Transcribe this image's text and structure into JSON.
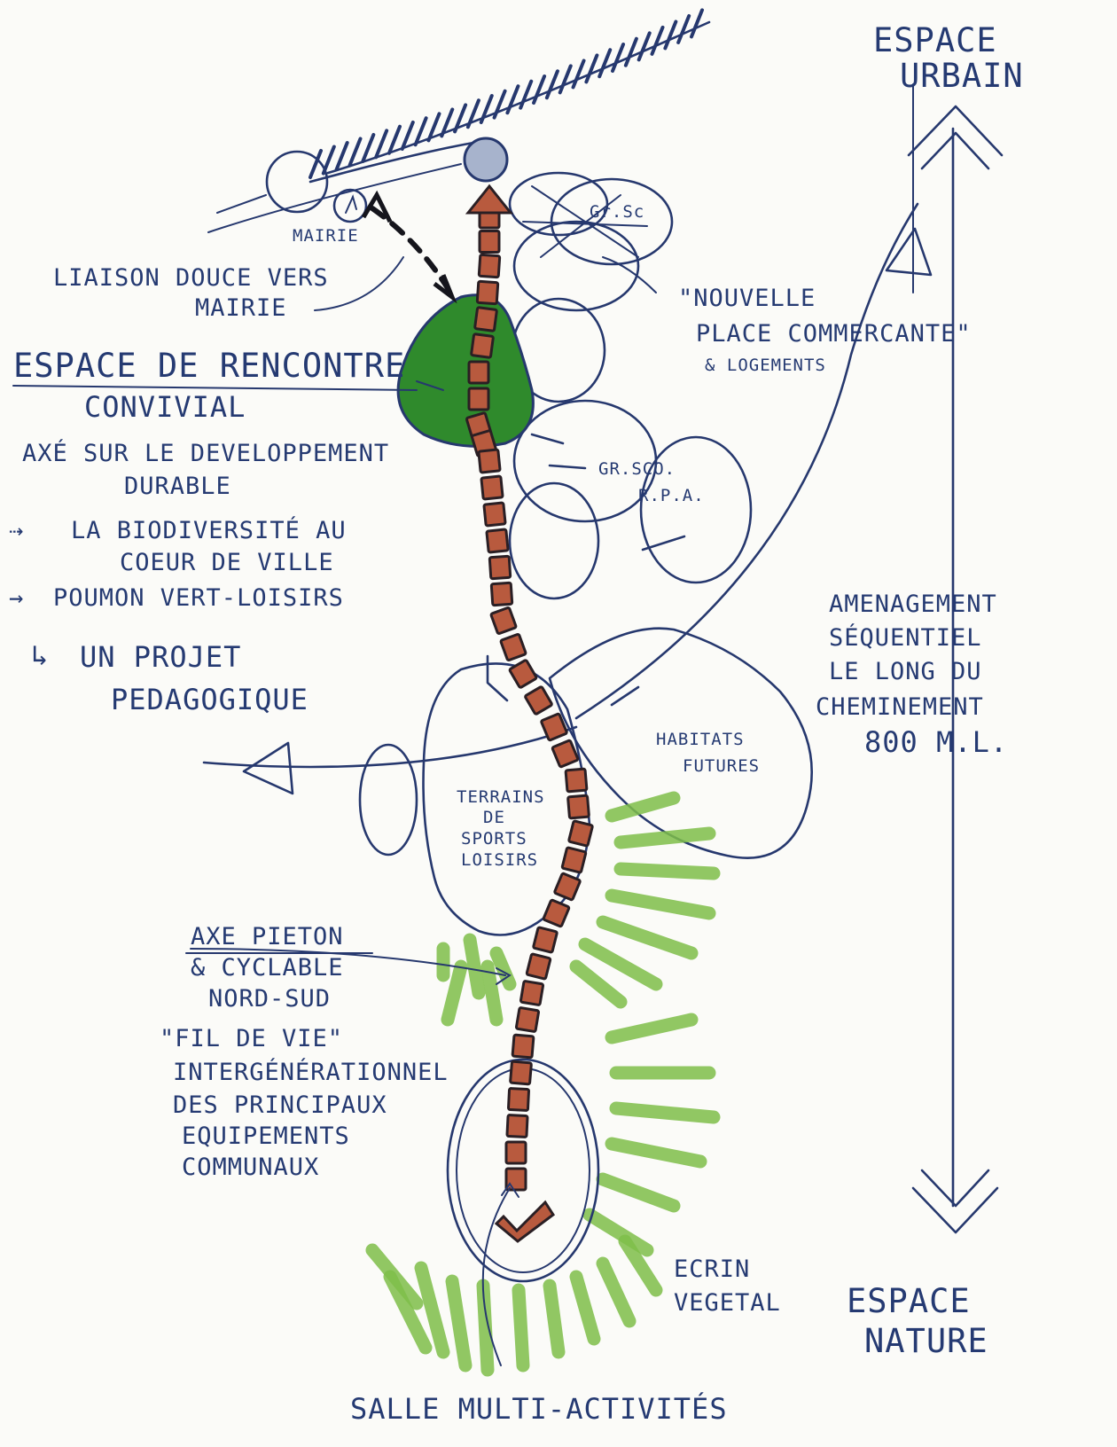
{
  "labels": {
    "espace_urbain_1": "ESPACE",
    "espace_urbain_2": "URBAIN",
    "espace_nature_1": "ESPACE",
    "espace_nature_2": "NATURE",
    "mairie": "MAIRIE",
    "gr_sc": "Gr.Sc",
    "liaison_1": "LIAISON DOUCE VERS",
    "liaison_2": "MAIRIE",
    "nouvelle_1": "\"NOUVELLE",
    "nouvelle_2": "PLACE COMMERCANTE\"",
    "nouvelle_3": "& LOGEMENTS",
    "rencontre_1": "ESPACE DE RENCONTRE",
    "rencontre_2": "CONVIVIAL",
    "axe_dev_1": "AXÉ SUR LE DEVELOPPEMENT",
    "axe_dev_2": "DURABLE",
    "biodiv_1": "LA BIODIVERSITÉ AU",
    "biodiv_2": "COEUR DE VILLE",
    "poumon": "POUMON VERT-LOISIRS",
    "projet_1": "UN PROJET",
    "projet_2": "PEDAGOGIQUE",
    "gr_sco_1": "GR.SCO.",
    "gr_sco_2": "R.P.A.",
    "amenagement_1": "AMENAGEMENT",
    "amenagement_2": "SÉQUENTIEL",
    "amenagement_3": "LE LONG DU",
    "amenagement_4": "CHEMINEMENT",
    "amenagement_5": "800 M.L.",
    "habitats_1": "HABITATS",
    "habitats_2": "FUTURES",
    "terrains_1": "TERRAINS",
    "terrains_2": "DE",
    "terrains_3": "SPORTS",
    "terrains_4": "LOISIRS",
    "axe_pieton_1": "AXE PIETON",
    "axe_pieton_2": "& CYCLABLE",
    "axe_pieton_3": "NORD-SUD",
    "fil_1": "\"FIL DE VIE\"",
    "fil_2": "INTERGÉNÉRATIONNEL",
    "fil_3": "DES PRINCIPAUX",
    "fil_4": "EQUIPEMENTS",
    "fil_5": "COMMUNAUX",
    "ecrin_1": "ECRIN",
    "ecrin_2": "VEGETAL",
    "salle": "SALLE MULTI-ACTIVITÉS"
  },
  "colors": {
    "ink": "#26386e",
    "path_brick": "#b85a3e",
    "green_space": "#2f8a2c",
    "vegetation": "#7fbf4a"
  }
}
